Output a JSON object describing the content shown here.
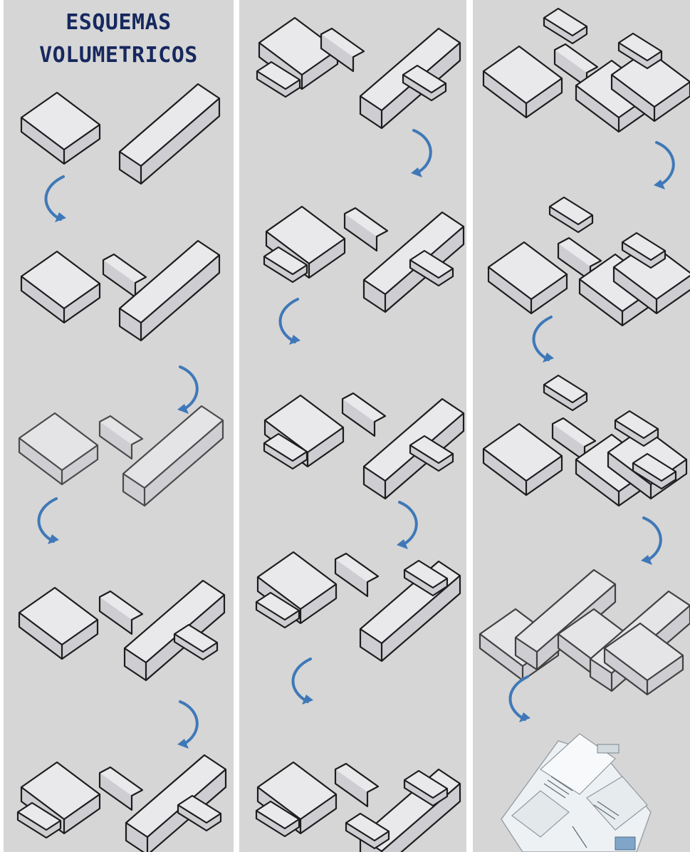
{
  "title": {
    "line1": "ESQUEMAS",
    "line2": "VOLUMETRICOS"
  },
  "colors": {
    "panel_background": "#d6d6d6",
    "title_text": "#16285e",
    "arrow": "#3f78b8",
    "block_top": "#e9e9ec",
    "block_side": "#cdcdd2"
  },
  "columns": [
    {
      "name": "column-1",
      "steps": 5
    },
    {
      "name": "column-2",
      "steps": 5
    },
    {
      "name": "column-3",
      "steps": 5
    }
  ],
  "icons": [
    "curved-arrow-icon",
    "box-block-icon",
    "rendered-building-icon"
  ]
}
